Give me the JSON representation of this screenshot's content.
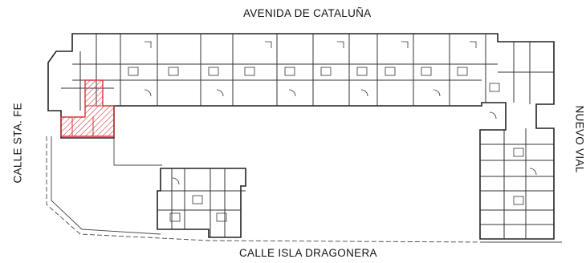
{
  "streets": {
    "top": "AVENIDA DE CATALUÑA",
    "bottom": "CALLE ISLA DRAGONERA",
    "left": "CALLE STA. FE",
    "right": "NUEVO VIAL"
  },
  "colors": {
    "highlight": "#d9363e",
    "walls": "#222222",
    "thin": "#555555"
  }
}
